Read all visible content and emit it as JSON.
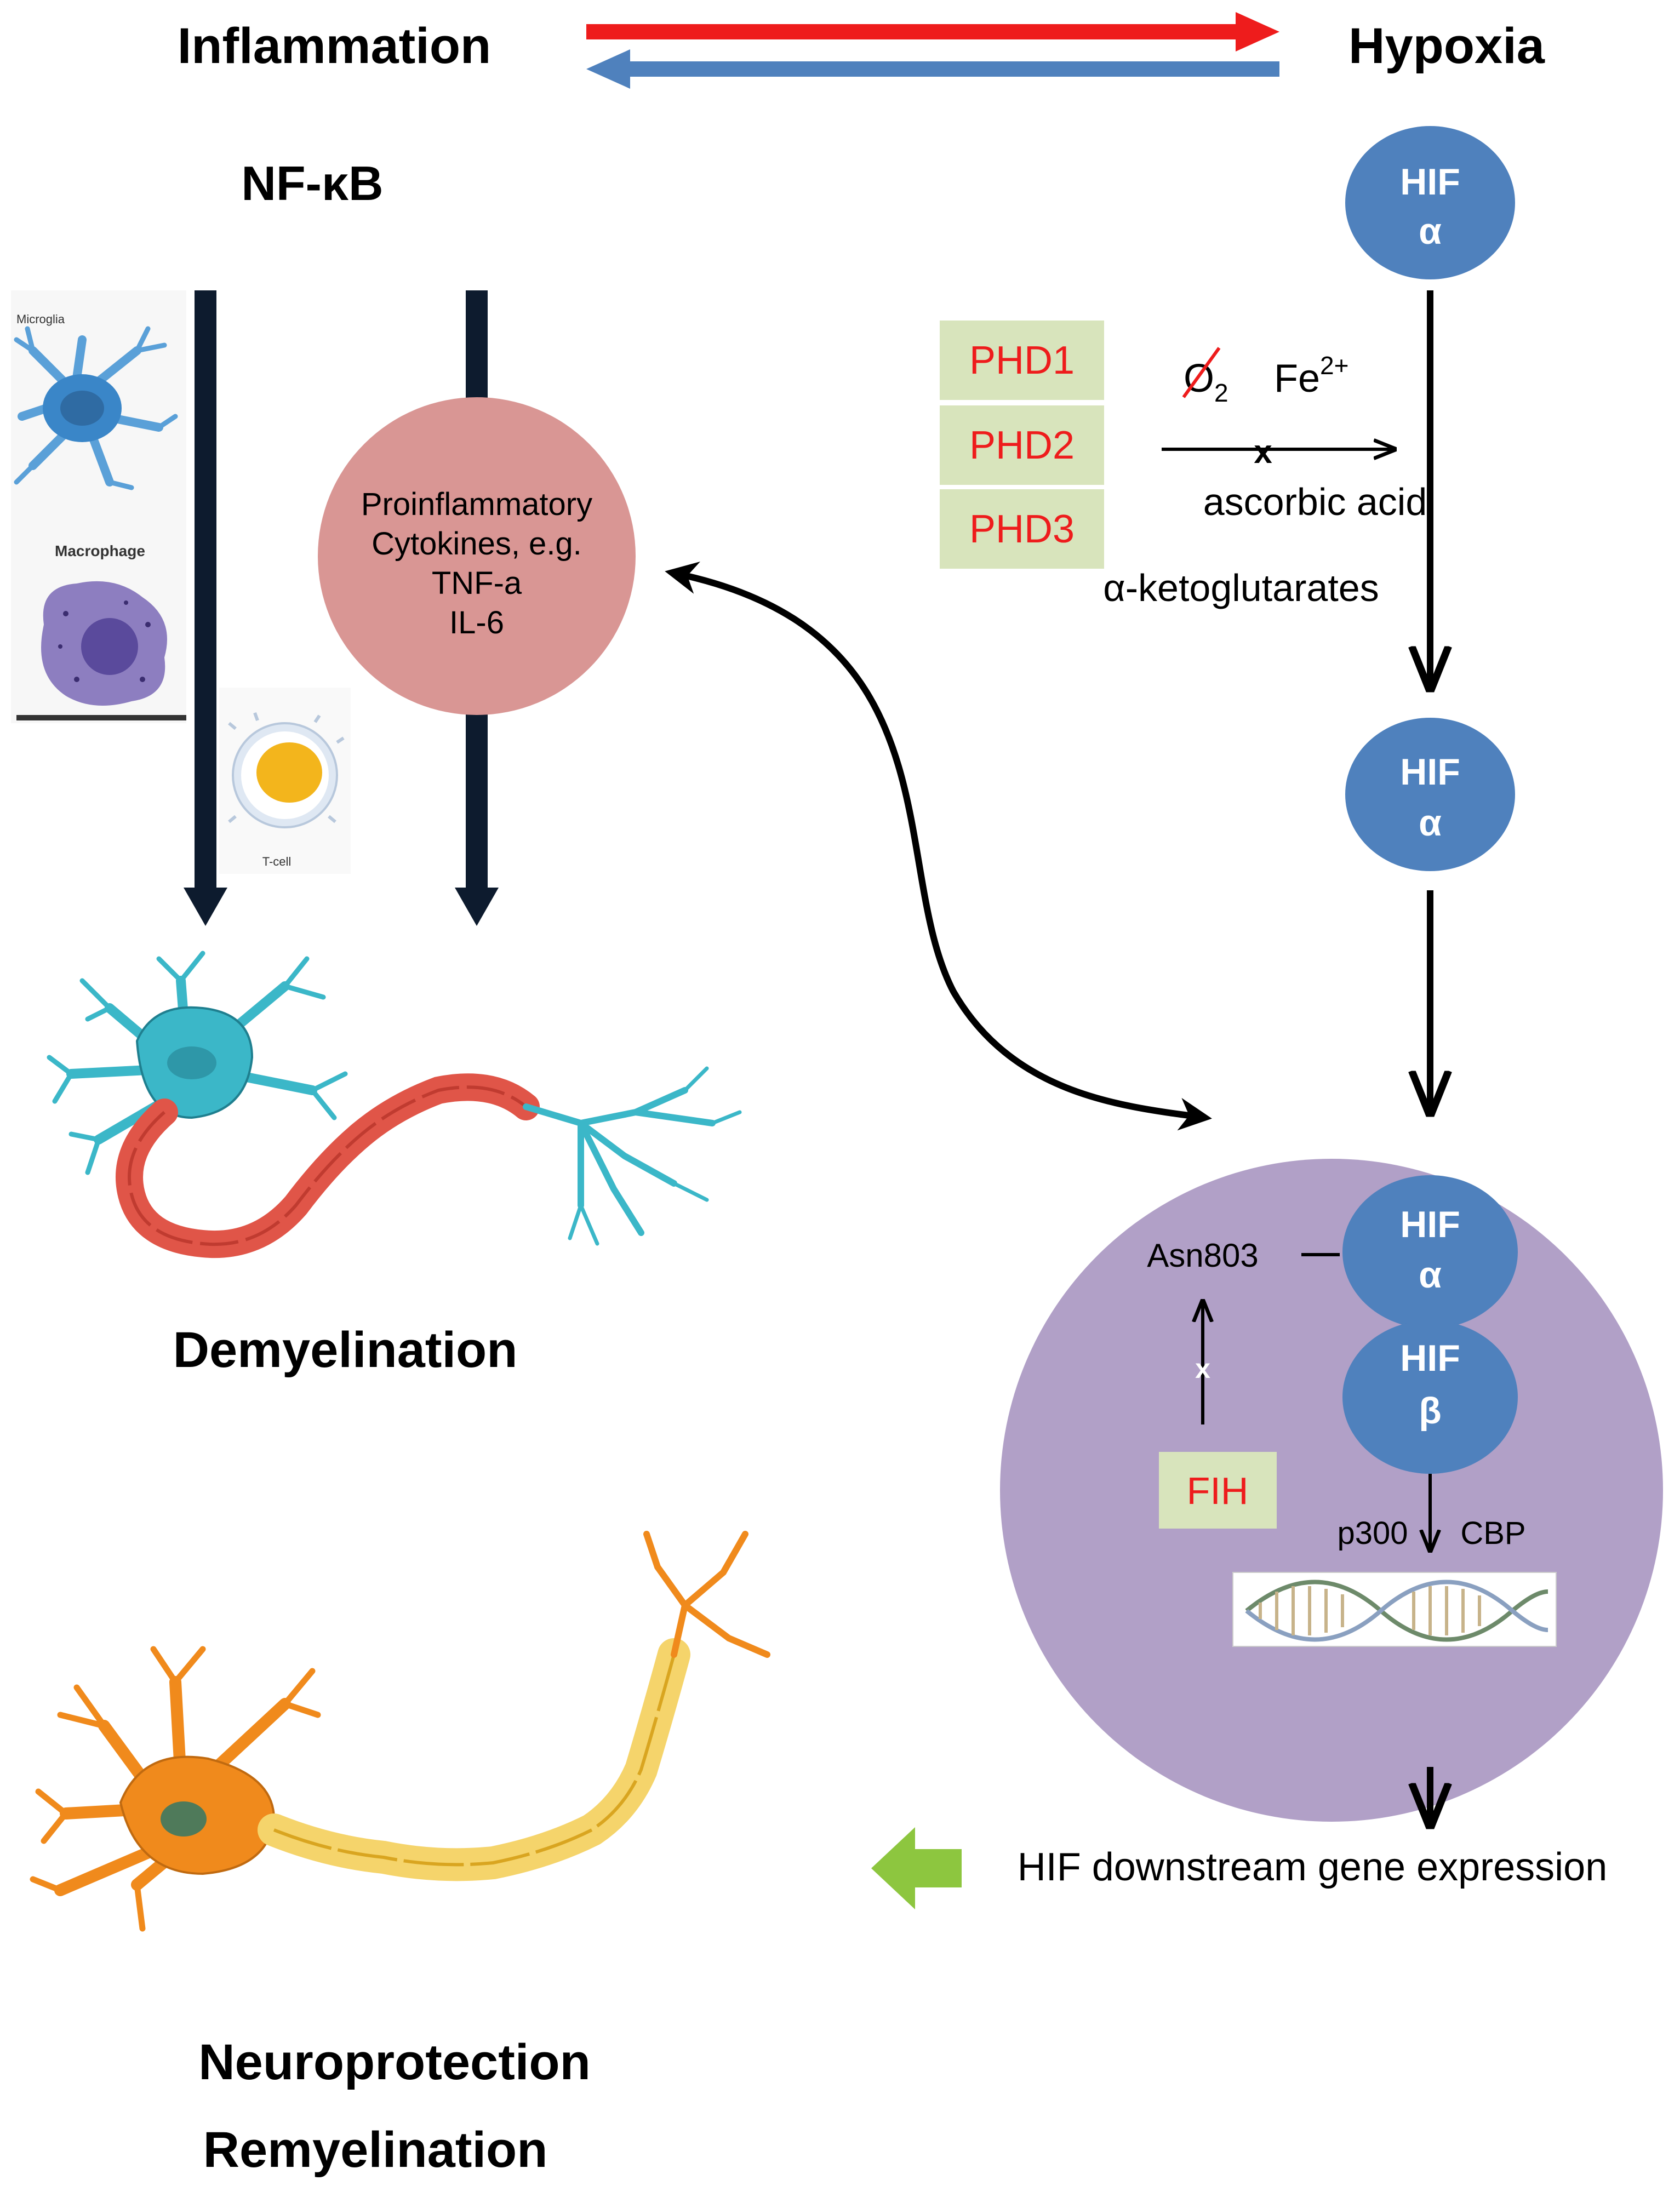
{
  "top": {
    "left_title": "Inflammation",
    "right_title": "Hypoxia",
    "nfkb": "NF-κB"
  },
  "cells": {
    "microglia": "Microglia",
    "macrophage": "Macrophage",
    "tcell": "T-cell"
  },
  "cytokines": {
    "line1": "Proinflammatory",
    "line2": "Cytokines, e.g.",
    "line3": "TNF-a",
    "line4": "IL-6"
  },
  "hif": {
    "hif_label": "HIF",
    "alpha": "α",
    "beta": "β"
  },
  "phd": {
    "items": [
      "PHD1",
      "PHD2",
      "PHD3"
    ],
    "o2": "O",
    "o2_sub": "2",
    "fe": "Fe",
    "fe_sup": "2+",
    "x_mark": "x",
    "ascorbic": "ascorbic acid",
    "ketoglutarates": "α-ketoglutarates"
  },
  "nucleus": {
    "asn": "Asn803",
    "x_mark": "x",
    "fih": "FIH",
    "p300": "p300",
    "cbp": "CBP"
  },
  "outcomes": {
    "demyelination": "Demyelination",
    "neuroprotection": "Neuroprotection",
    "remyelination": "Remyelination",
    "downstream": "HIF downstream gene expression"
  },
  "colors": {
    "red_arrow": "#ee1c1c",
    "blue_arrow": "#4f81bd",
    "hif_blue": "#4f81bd",
    "phd_box": "#d8e4bc",
    "phd_text": "#ee1c1c",
    "cytokine_pink": "#d99694",
    "nucleus_purple": "#b1a0c7",
    "green_arrow": "#8dc63f"
  }
}
